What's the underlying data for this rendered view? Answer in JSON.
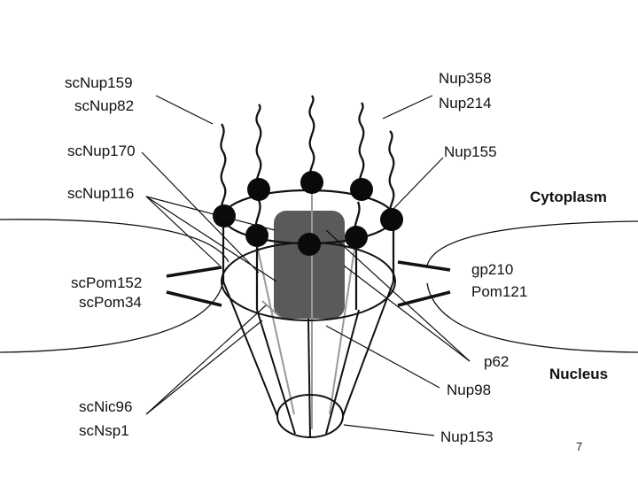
{
  "diagram": {
    "labels_left": [
      "scNup159",
      "scNup82",
      "scNup170",
      "scNup116",
      "scPom152",
      "scPom34",
      "scNic96",
      "scNsp1"
    ],
    "labels_right": [
      "Nup358",
      "Nup214",
      "Nup155",
      "gp210",
      "Pom121",
      "p62",
      "Nup98",
      "Nup153"
    ],
    "compartments": {
      "cytoplasm": "Cytoplasm",
      "nucleus": "Nucleus"
    },
    "page_number": "7",
    "colors": {
      "line": "#111111",
      "bead": "#0a0a0a",
      "core": "#5a5a5a",
      "inner_line": "#999999"
    }
  }
}
